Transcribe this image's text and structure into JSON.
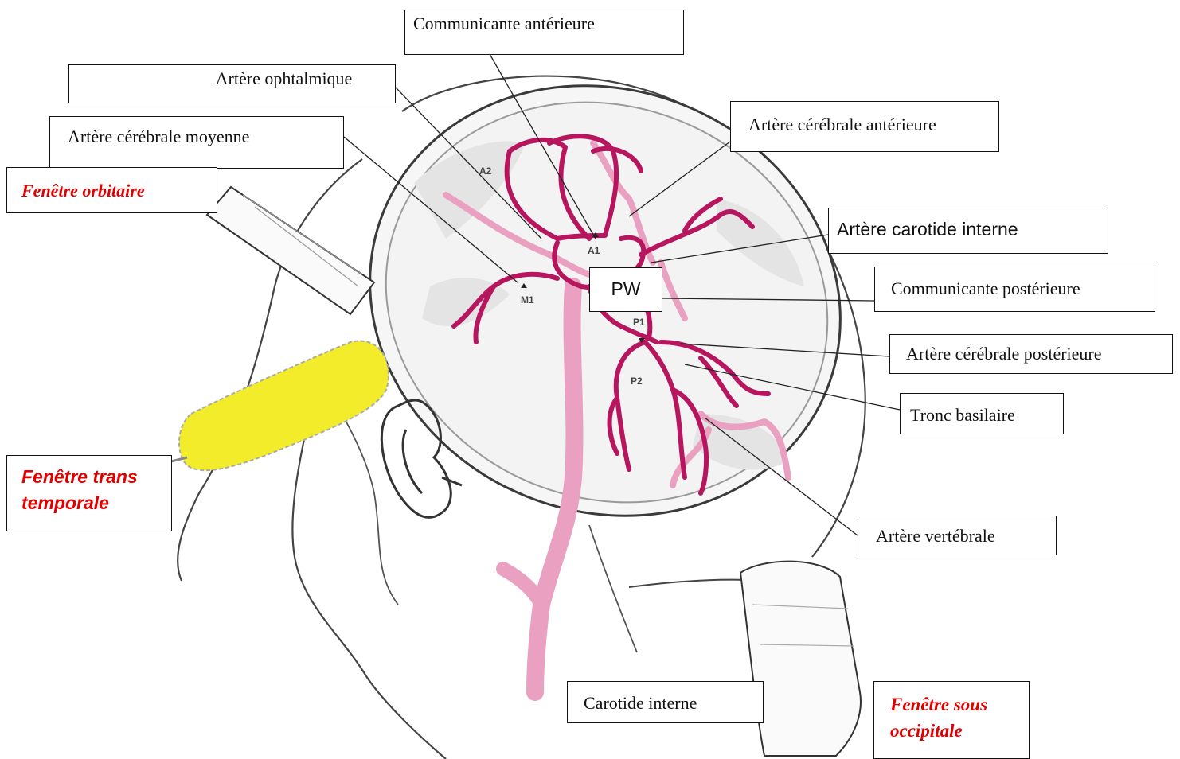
{
  "labels": {
    "communicante_anterieure": "Communicante antérieure",
    "artere_ophtalmique": "Artère ophtalmique",
    "artere_cerebrale_moyenne": "Artère cérébrale moyenne",
    "fenetre_orbitaire": "Fenêtre orbitaire",
    "artere_cerebrale_anterieure": "Artère cérébrale antérieure",
    "artere_carotide_interne": "Artère carotide interne",
    "pw": "PW",
    "communicante_posterieure": "Communicante postérieure",
    "artere_cerebrale_posterieure": "Artère cérébrale postérieure",
    "tronc_basilaire": "Tronc basilaire",
    "fenetre_trans_temporale_l1": "Fenêtre trans",
    "fenetre_trans_temporale_l2": "temporale",
    "artere_vertebrale": "Artère vertébrale",
    "carotide_interne": "Carotide interne",
    "fenetre_sous_occipitale_l1": "Fenêtre sous",
    "fenetre_sous_occipitale_l2": "occipitale"
  },
  "segment_marks": {
    "a2": "A2",
    "a1": "A1",
    "m1": "M1",
    "p1": "P1",
    "p2": "P2"
  },
  "colors": {
    "artery_dark": "#b8155f",
    "artery_light": "#eaa0c0",
    "probe_yellow": "#f2ec2a",
    "window_label_red": "#e00000",
    "outline": "#333333"
  }
}
